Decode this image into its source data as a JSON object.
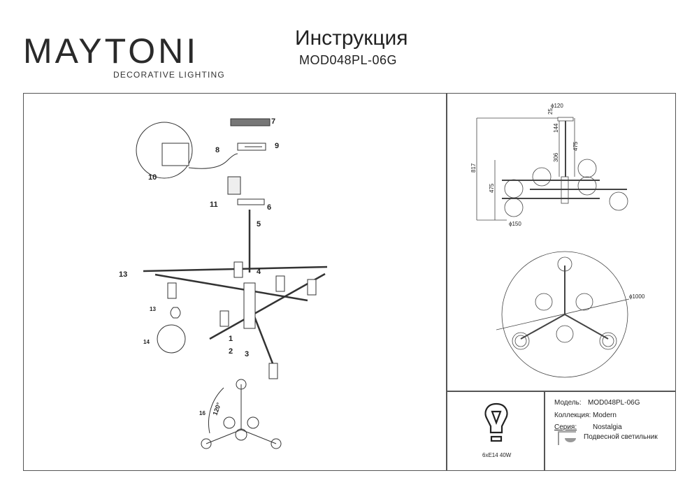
{
  "header": {
    "brand": "MAYTONI",
    "brand_tagline": "DECORATIVE LIGHTING",
    "title": "Инструкция",
    "model": "MOD048PL-06G"
  },
  "assembly": {
    "step_labels": [
      "1",
      "2",
      "3",
      "4",
      "5",
      "6",
      "7",
      "8",
      "9",
      "10",
      "11",
      "13",
      "13",
      "14",
      "16"
    ],
    "angle": "120°"
  },
  "dimensions": {
    "canopy_diameter": "ϕ120",
    "canopy_height": "25",
    "rod_top": "144",
    "rod_mid": "306",
    "rod_total": "475",
    "total_height": "817",
    "body_height": "475",
    "shade_diameter": "ϕ150",
    "span_diameter": "ϕ1000"
  },
  "spec": {
    "bulb": "6xE14 40W",
    "model_label": "Модель:",
    "model_value": "MOD048PL-06G",
    "collection_label": "Коллекция:",
    "collection_value": "Modern",
    "series_label": "Серия:",
    "series_value": "Nostalgia",
    "type": "Подвесной светильник"
  }
}
